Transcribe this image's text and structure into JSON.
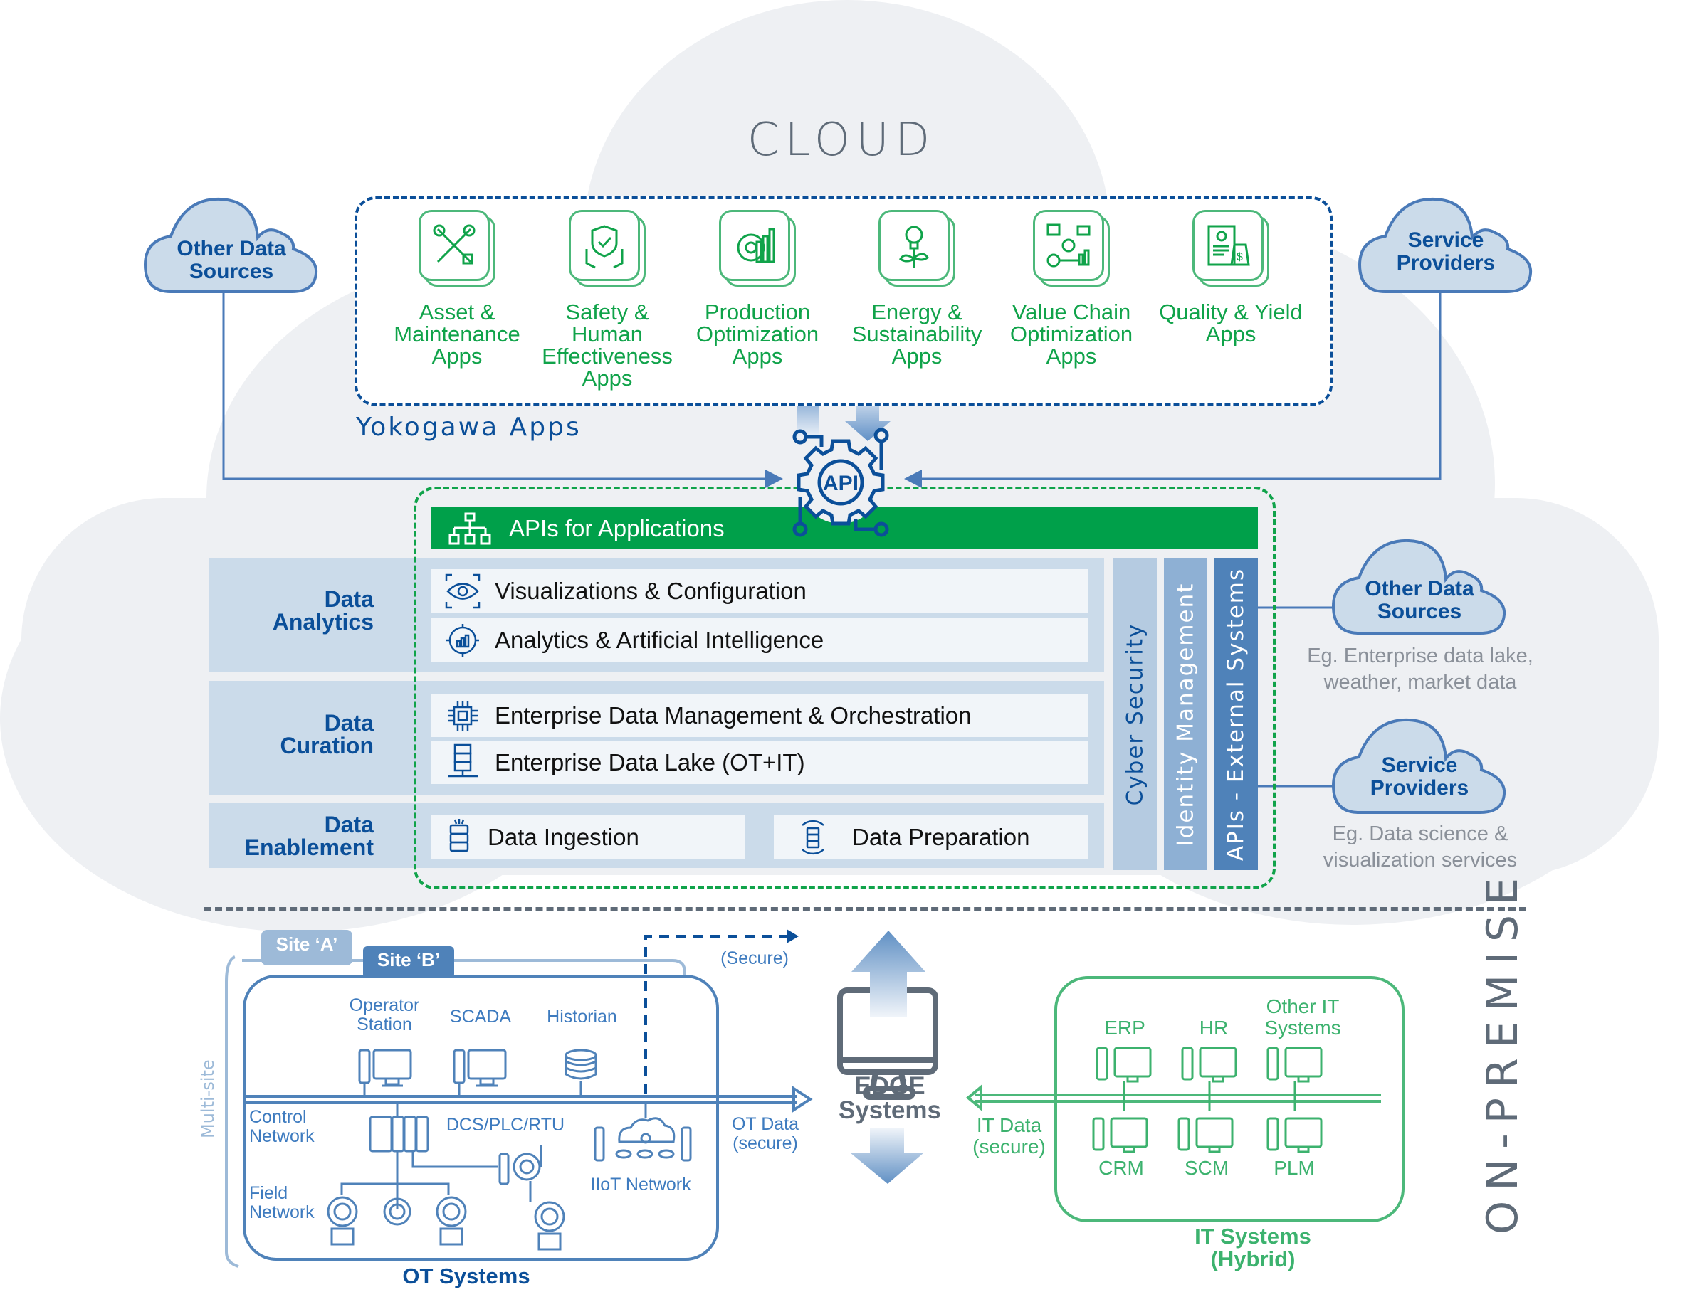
{
  "title": "CLOUD",
  "section_bottom": "ON-PREMISE",
  "colors": {
    "navy": "#0b4f99",
    "green": "#00a04a",
    "light_green": "#4cb87a",
    "band": "#cbdbea",
    "cloud_bg": "#eef0f3",
    "gray": "#5f6b78",
    "ot_blue": "#3e7bbf"
  },
  "yokogawa_apps": {
    "label": "Yokogawa Apps",
    "apps": [
      {
        "icon": "wrench-screwdriver-icon",
        "line1": "Asset &",
        "line2": "Maintenance",
        "line3": "Apps",
        "line4": ""
      },
      {
        "icon": "shield-hands-icon",
        "line1": "Safety &",
        "line2": "Human",
        "line3": "Effectiveness",
        "line4": "Apps"
      },
      {
        "icon": "gear-chart-icon",
        "line1": "Production",
        "line2": "Optimization",
        "line3": "Apps",
        "line4": ""
      },
      {
        "icon": "lightbulb-plant-icon",
        "line1": "Energy &",
        "line2": "Sustainability",
        "line3": "Apps",
        "line4": ""
      },
      {
        "icon": "value-chain-icon",
        "line1": "Value Chain",
        "line2": "Optimization",
        "line3": "Apps",
        "line4": ""
      },
      {
        "icon": "certificate-money-icon",
        "line1": "Quality & Yield",
        "line2": "Apps",
        "line3": "",
        "line4": ""
      }
    ]
  },
  "external_top": {
    "left_cloud": {
      "line1": "Other Data",
      "line2": "Sources"
    },
    "right_cloud": {
      "line1": "Service",
      "line2": "Providers"
    }
  },
  "api_hub": {
    "icon_text": "API"
  },
  "platform": {
    "api_bar": "APIs for Applications",
    "layers": [
      {
        "label1": "Data",
        "label2": "Analytics",
        "rows": [
          "Visualizations & Configuration",
          "Analytics & Artificial Intelligence"
        ]
      },
      {
        "label1": "Data",
        "label2": "Curation",
        "rows": [
          "Enterprise Data Management & Orchestration",
          "Enterprise Data Lake (OT+IT)"
        ]
      },
      {
        "label1": "Data",
        "label2": "Enablement",
        "rows": [
          "Data Ingestion",
          "Data Preparation"
        ]
      }
    ],
    "vertical_bars": [
      "Cyber Security",
      "Identity Management",
      "APIs - External Systems"
    ]
  },
  "external_right": [
    {
      "line1": "Other Data",
      "line2": "Sources",
      "note1": "Eg. Enterprise data lake,",
      "note2": "weather, market data"
    },
    {
      "line1": "Service",
      "line2": "Providers",
      "note1": "Eg. Data science &",
      "note2": "visualization services"
    }
  ],
  "ot": {
    "site_a": "Site ‘A’",
    "site_b": "Site ‘B’",
    "multi_site": "Multi-site",
    "operator_station_1": "Operator",
    "operator_station_2": "Station",
    "scada": "SCADA",
    "historian": "Historian",
    "control_network_1": "Control",
    "control_network_2": "Network",
    "dcs": "DCS/PLC/RTU",
    "field_network_1": "Field",
    "field_network_2": "Network",
    "iiot": "IIoT Network",
    "secure": "(Secure)",
    "ot_data_1": "OT Data",
    "ot_data_2": "(secure)",
    "title": "OT Systems"
  },
  "edge": {
    "line1": "EDGE",
    "line2": "Systems"
  },
  "it": {
    "top": [
      "ERP",
      "HR",
      "Other IT|Systems"
    ],
    "bottom": [
      "CRM",
      "SCM",
      "PLM"
    ],
    "it_data_1": "IT Data",
    "it_data_2": "(secure)",
    "title1": "IT Systems",
    "title2": "(Hybrid)"
  }
}
